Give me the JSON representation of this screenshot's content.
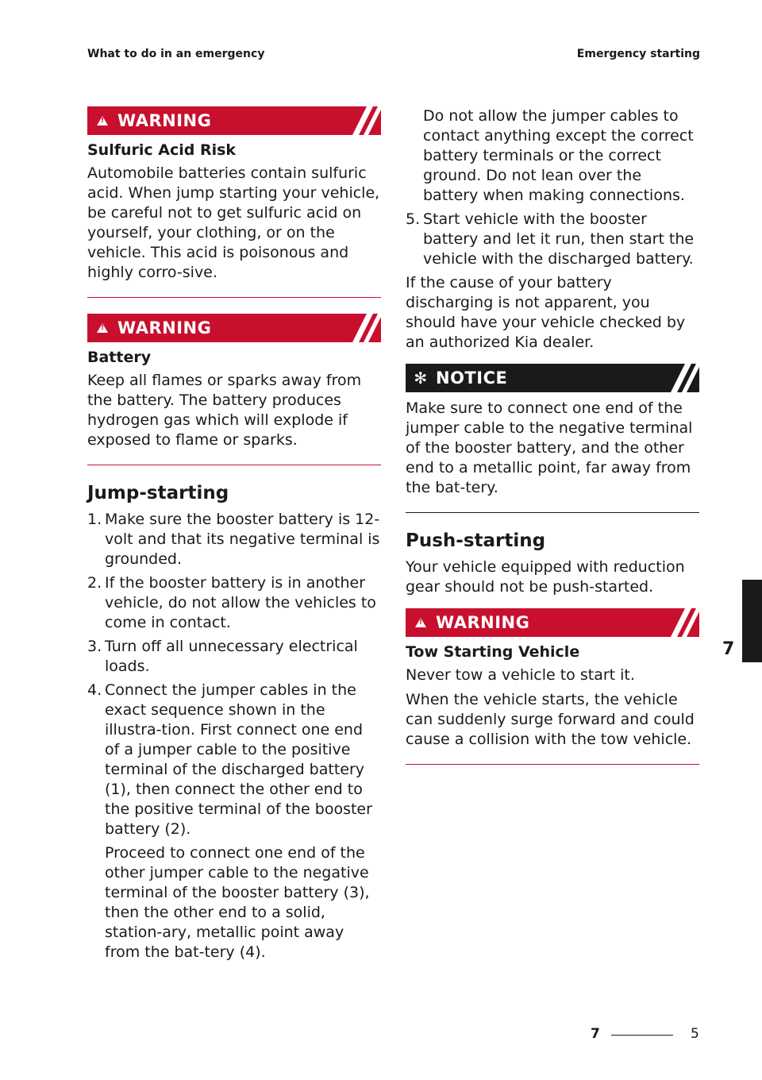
{
  "header": {
    "left": "What to do in an emergency",
    "right": "Emergency starting"
  },
  "colors": {
    "warning": "#c8102e",
    "notice": "#1a1a1a"
  },
  "left": {
    "warning1": {
      "label": "WARNING",
      "title": "Sulfuric Acid Risk",
      "body": "Automobile batteries contain sulfuric acid. When jump starting your vehicle, be careful not to get sulfuric acid on yourself, your clothing, or on the vehicle. This acid is poisonous and highly corro-sive."
    },
    "warning2": {
      "label": "WARNING",
      "title": "Battery",
      "body": "Keep all flames or sparks away from the battery. The battery produces hydrogen gas which will explode if exposed to flame or sparks."
    },
    "jump": {
      "heading": "Jump-starting",
      "steps": [
        {
          "num": "1.",
          "text": "Make sure the booster battery is 12-volt and that its negative terminal is grounded."
        },
        {
          "num": "2.",
          "text": "If the booster battery is in another vehicle, do not allow the vehicles to come in contact."
        },
        {
          "num": "3.",
          "text": "Turn off all unnecessary electrical loads."
        },
        {
          "num": "4.",
          "text": "Connect the jumper cables in the exact sequence shown in the illustra-tion. First connect one end of a jumper cable to the positive terminal of the discharged battery (1), then connect the other end to the positive terminal of the booster battery (2)."
        }
      ],
      "step4_cont": "Proceed to connect one end of the other jumper cable to the negative terminal of the booster battery (3), then the other end to a solid, station-ary, metallic point away from the bat-tery (4)."
    }
  },
  "right": {
    "step4_cont2": "Do not allow the jumper cables to contact anything except the correct battery terminals or the correct ground. Do not lean over the battery when making connections.",
    "step5": {
      "num": "5.",
      "text": "Start vehicle with the booster battery and let it run, then start the vehicle with the discharged battery."
    },
    "cause": "If the cause of your battery discharging is not apparent, you should have your vehicle checked by an authorized Kia dealer.",
    "notice": {
      "label": "NOTICE",
      "body": "Make sure to connect one end of the jumper cable to the negative terminal of the booster battery, and the other end to a metallic point, far away from the bat-tery."
    },
    "push": {
      "heading": "Push-starting",
      "body": "Your vehicle equipped with reduction gear should not be push-started."
    },
    "warning3": {
      "label": "WARNING",
      "title": "Tow Starting Vehicle",
      "body1": "Never tow a vehicle to start it.",
      "body2": "When the vehicle starts, the vehicle can suddenly surge forward and could cause a collision with the tow vehicle."
    }
  },
  "side_tab": "7",
  "footer": {
    "chapter": "7",
    "page": "5"
  }
}
